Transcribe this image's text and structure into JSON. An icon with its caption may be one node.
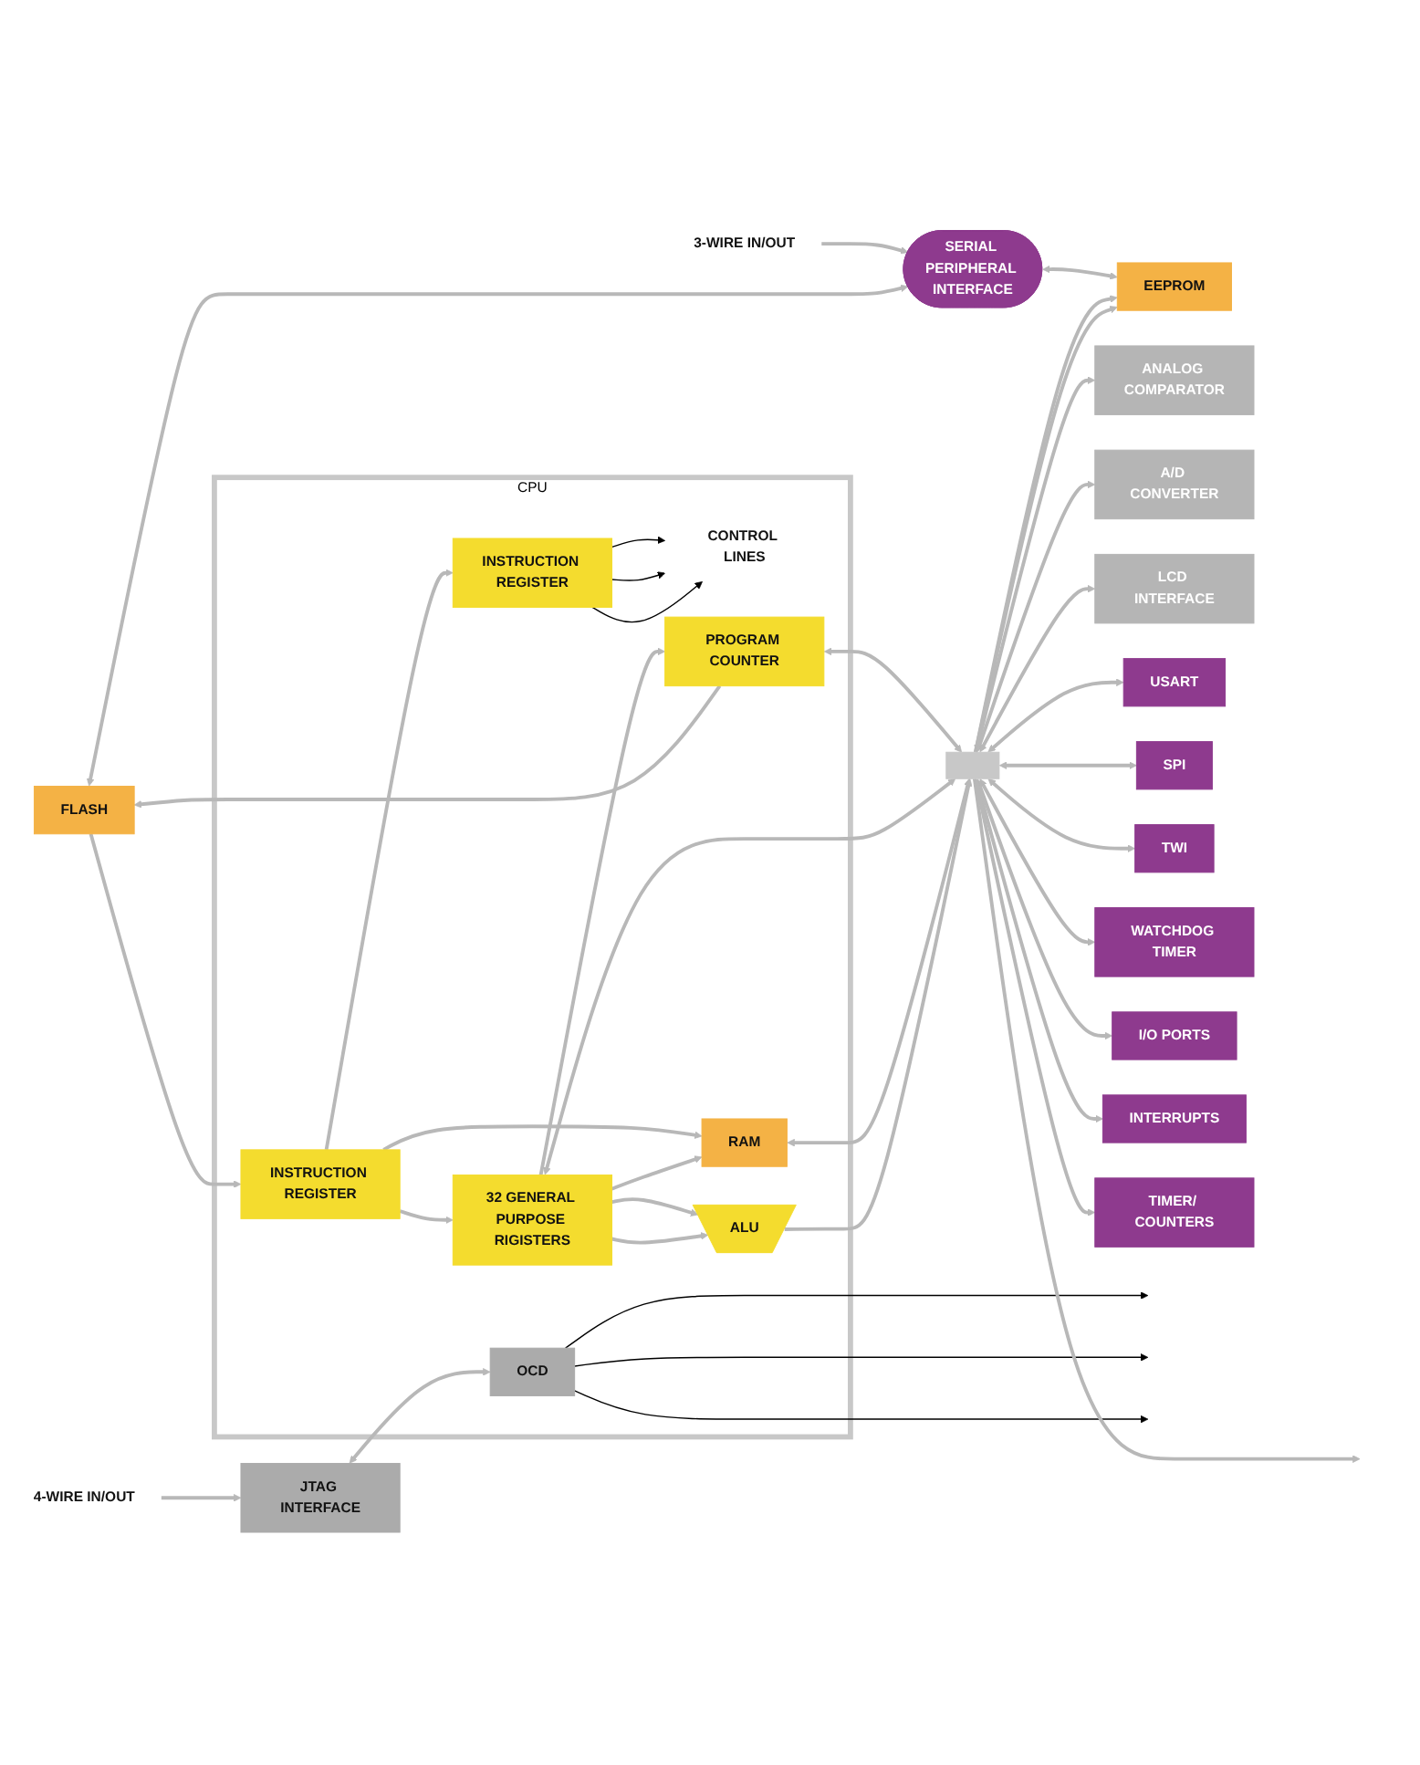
{
  "diagram": {
    "nodes": [
      {
        "text": [
          "4-WIRE IN/OUT"
        ]
      },
      {
        "text": [
          "3-WIRE IN/OUT"
        ]
      },
      {
        "text": [
          "JTAG INTERFACE"
        ]
      },
      {
        "text": [
          "FLASH"
        ]
      },
      {
        "text": [
          "SERIAL PERIPHERAL INTERFACE"
        ]
      },
      {
        "text": [
          "EEPROM"
        ]
      },
      {
        "text": [
          "CPU"
        ]
      },
      {
        "text": [
          "OCD"
        ],
        "in": 6
      },
      {
        "text": [
          "PROGRAM COUNTER"
        ],
        "in": 6
      },
      {
        "text": [
          "INSTRUCTION REGISTER"
        ],
        "in": 6
      },
      {
        "text": [
          "32 GENERAL PURPOSE RIGISTERS"
        ],
        "in": 6
      },
      {
        "text": [
          "CONTROL LINES"
        ],
        "in": 6
      },
      {
        "text": [
          "INSTRUCTION REGISTER"
        ],
        "in": 6
      },
      {
        "text": [
          "RAM"
        ],
        "in": 6
      },
      {
        "text": [
          "ALU"
        ],
        "in": 6
      },
      {
        "text": [],
        "shape": "bar"
      },
      {
        "text": [
          "ANALOG COMPARATOR"
        ]
      },
      {
        "text": [
          "A/D CONVERTER"
        ]
      },
      {
        "text": [
          "LCD INTERFACE"
        ]
      },
      {
        "text": [
          "USART"
        ]
      },
      {
        "text": [
          "SPI"
        ]
      },
      {
        "text": [
          "TWI"
        ]
      },
      {
        "text": [
          "WATCHDOG TIMER"
        ]
      },
      {
        "text": [
          "I/O PORTS"
        ]
      },
      {
        "text": [
          "INTERRUPTS"
        ]
      },
      {
        "text": [
          "TIMER/ COUNTERS"
        ]
      }
    ],
    "edges": [
      {
        "from": 0,
        "to": 2,
        "arrow": "to"
      },
      {
        "from": 1,
        "to": 4,
        "arrow": "to"
      },
      {
        "from": 3,
        "to": 4,
        "arrow": "both"
      },
      {
        "from": 4,
        "to": 5,
        "arrow": "both"
      },
      {
        "from": 2,
        "to": 7,
        "arrow": "both"
      },
      {
        "from": 3,
        "to": 9,
        "arrow": "to"
      },
      {
        "from": 8,
        "to": 3,
        "arrow": "to"
      },
      {
        "from": 7,
        "to": null,
        "arrow": "to",
        "color": "#000000"
      },
      {
        "from": 7,
        "to": null,
        "arrow": "to",
        "color": "#000000"
      },
      {
        "from": 7,
        "to": null,
        "arrow": "to",
        "color": "#000000"
      },
      {
        "from": 9,
        "to": 10,
        "arrow": "to"
      },
      {
        "from": 10,
        "to": 8,
        "arrow": "to"
      },
      {
        "from": 12,
        "to": 11,
        "arrow": "to",
        "color": "#000000"
      },
      {
        "from": 12,
        "to": 11,
        "arrow": "to",
        "color": "#000000"
      },
      {
        "from": 12,
        "to": 11,
        "arrow": "to",
        "color": "#000000"
      },
      {
        "from": 9,
        "to": 12,
        "arrow": "to"
      },
      {
        "from": 9,
        "to": 13,
        "arrow": "to"
      },
      {
        "from": 10,
        "to": 13,
        "arrow": "to"
      },
      {
        "from": 10,
        "to": 14,
        "arrow": "to"
      },
      {
        "from": 10,
        "to": 14,
        "arrow": "to"
      },
      {
        "from": 8,
        "to": 15,
        "arrow": "both"
      },
      {
        "from": 10,
        "to": 15,
        "arrow": "both"
      },
      {
        "from": 13,
        "to": 15,
        "arrow": "both"
      },
      {
        "from": 14,
        "to": 15,
        "arrow": "to"
      },
      {
        "from": 15,
        "to": 5,
        "arrow": "to"
      },
      {
        "from": 15,
        "to": 5,
        "arrow": "to"
      },
      {
        "from": 15,
        "to": 16,
        "arrow": "both"
      },
      {
        "from": 15,
        "to": 17,
        "arrow": "both"
      },
      {
        "from": 15,
        "to": 18,
        "arrow": "both"
      },
      {
        "from": 15,
        "to": 19,
        "arrow": "both"
      },
      {
        "from": 15,
        "to": 20,
        "arrow": "both"
      },
      {
        "from": 15,
        "to": 21,
        "arrow": "both"
      },
      {
        "from": 15,
        "to": null,
        "arrow": "to"
      },
      {
        "from": 15,
        "to": 22,
        "arrow": "both"
      },
      {
        "from": 15,
        "to": 23,
        "arrow": "both"
      },
      {
        "from": 15,
        "to": 24,
        "arrow": "both"
      },
      {
        "from": 15,
        "to": 25,
        "arrow": "both"
      }
    ]
  }
}
